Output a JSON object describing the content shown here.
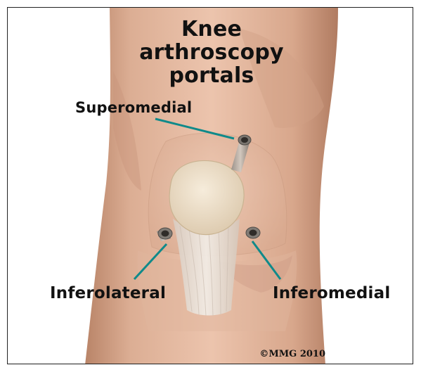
{
  "title_lines": [
    "Knee",
    "arthroscopy",
    "portals"
  ],
  "labels": {
    "superomedial": "Superomedial",
    "inferolateral": "Inferolateral",
    "inferomedial": "Inferomedial"
  },
  "copyright": "©MMG 2010",
  "colors": {
    "leader_line": "#0f8a8a",
    "skin": "#e3b49a",
    "bone": "#eadbc4",
    "tendon": "#e7dfd6",
    "portal_tube": "#6e6a66"
  }
}
